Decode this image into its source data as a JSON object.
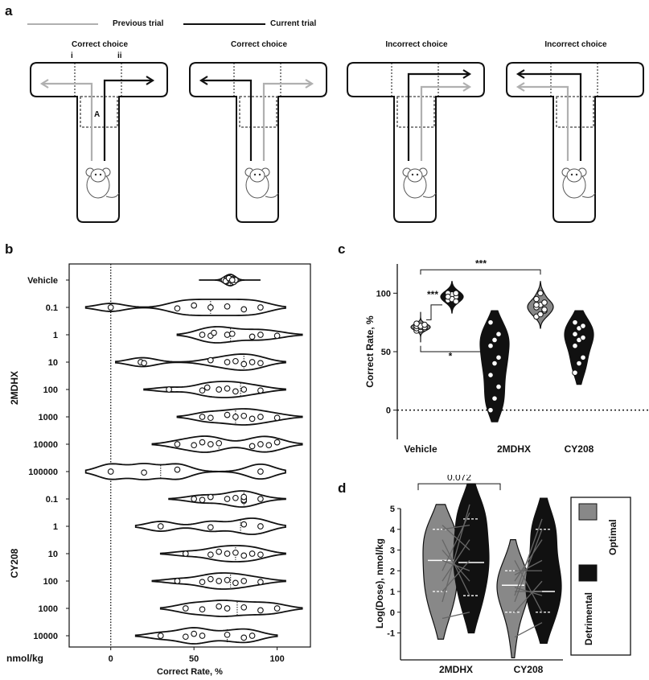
{
  "panels": {
    "a": "a",
    "b": "b",
    "c": "c",
    "d": "d"
  },
  "legend": {
    "previous": "Previous trial",
    "current": "Current trial",
    "previous_color": "#b0b0b0",
    "current_color": "#111111"
  },
  "mazes": [
    {
      "title": "Correct choice",
      "label_i": "i",
      "label_ii": "ii",
      "label_A": "A"
    },
    {
      "title": "Correct choice"
    },
    {
      "title": "Incorrect choice"
    },
    {
      "title": "Incorrect choice"
    }
  ],
  "chart_data": [
    {
      "type": "violin",
      "panel": "b",
      "xlabel": "Correct Rate, %",
      "xticks": [
        "0",
        "50",
        "100"
      ],
      "unit_label": "nmol/kg",
      "groups": [
        {
          "name": "2MDHX",
          "label": "2MDHX"
        },
        {
          "name": "CY208",
          "label": "CY208"
        }
      ],
      "rows": [
        {
          "label": "Vehicle",
          "group": "",
          "median": 72,
          "points": [
            68,
            70,
            71,
            72,
            73,
            74,
            75,
            69,
            71,
            73
          ]
        },
        {
          "label": "0.1",
          "group": "2MDHX",
          "median": 60,
          "points": [
            0,
            40,
            50,
            60,
            70,
            80,
            90
          ]
        },
        {
          "label": "1",
          "group": "2MDHX",
          "median": 72,
          "points": [
            55,
            60,
            62,
            70,
            73,
            85,
            90,
            100
          ]
        },
        {
          "label": "10",
          "group": "2MDHX",
          "median": 80,
          "points": [
            18,
            20,
            60,
            70,
            75,
            80,
            85,
            90
          ]
        },
        {
          "label": "100",
          "group": "2MDHX",
          "median": 78,
          "points": [
            35,
            55,
            58,
            65,
            70,
            75,
            80,
            90
          ]
        },
        {
          "label": "1000",
          "group": "2MDHX",
          "median": 75,
          "points": [
            55,
            60,
            70,
            75,
            80,
            85,
            90,
            100
          ]
        },
        {
          "label": "10000",
          "group": "2MDHX",
          "median": 65,
          "points": [
            40,
            50,
            55,
            60,
            65,
            85,
            90,
            95,
            100
          ]
        },
        {
          "label": "100000",
          "group": "2MDHX",
          "median": 30,
          "points": [
            0,
            20,
            40,
            90
          ]
        },
        {
          "label": "0.1",
          "group": "CY208",
          "median": 80,
          "points": [
            50,
            55,
            60,
            70,
            75,
            80,
            80,
            80,
            80,
            90
          ]
        },
        {
          "label": "1",
          "group": "CY208",
          "median": 78,
          "points": [
            30,
            60,
            80,
            90
          ]
        },
        {
          "label": "10",
          "group": "CY208",
          "median": 75,
          "points": [
            45,
            60,
            65,
            70,
            75,
            80,
            85,
            90
          ]
        },
        {
          "label": "100",
          "group": "CY208",
          "median": 72,
          "points": [
            40,
            55,
            60,
            65,
            70,
            75,
            80,
            90
          ]
        },
        {
          "label": "1000",
          "group": "CY208",
          "median": 76,
          "points": [
            45,
            55,
            65,
            70,
            80,
            90,
            100
          ]
        },
        {
          "label": "10000",
          "group": "CY208",
          "median": 70,
          "points": [
            30,
            45,
            50,
            55,
            70,
            80,
            85
          ]
        }
      ]
    },
    {
      "type": "violin",
      "panel": "c",
      "ylabel": "Correct Rate, %",
      "yticks": [
        "0",
        "50",
        "100"
      ],
      "categories": [
        "Vehicle",
        "2MDHX",
        "CY208"
      ],
      "violins": [
        {
          "category": "Vehicle",
          "fill": "#888888",
          "points": [
            68,
            69,
            70,
            70,
            71,
            71,
            72,
            72,
            73,
            74
          ]
        },
        {
          "category": "2MDHX",
          "fill": "#111111",
          "points": [
            94,
            96,
            97,
            98,
            99,
            100,
            100,
            95,
            93,
            97
          ]
        },
        {
          "category": "2MDHX",
          "fill": "#111111",
          "points": [
            0,
            10,
            20,
            30,
            40,
            45,
            55,
            60,
            65,
            75
          ]
        },
        {
          "category": "CY208",
          "fill": "#888888",
          "points": [
            80,
            82,
            85,
            88,
            90,
            92,
            95,
            100,
            86,
            90
          ]
        },
        {
          "category": "CY208",
          "fill": "#111111",
          "points": [
            32,
            40,
            45,
            55,
            60,
            62,
            65,
            70,
            72,
            75
          ]
        }
      ],
      "significance": [
        {
          "label": "***",
          "from": 0,
          "to": 3
        },
        {
          "label": "***",
          "from": 0,
          "to": 1
        },
        {
          "label": "*",
          "from": 0,
          "to": 2
        }
      ]
    },
    {
      "type": "violin",
      "panel": "d",
      "ylabel": "Log(Dose), nmol/kg",
      "yticks": [
        "-1",
        "0",
        "1",
        "2",
        "3",
        "4",
        "5"
      ],
      "categories": [
        "2MDHX",
        "CY208"
      ],
      "series": [
        {
          "name": "Detrimental",
          "color": "#888888"
        },
        {
          "name": "Optimal",
          "color": "#111111"
        }
      ],
      "annotation": "0.072"
    }
  ]
}
